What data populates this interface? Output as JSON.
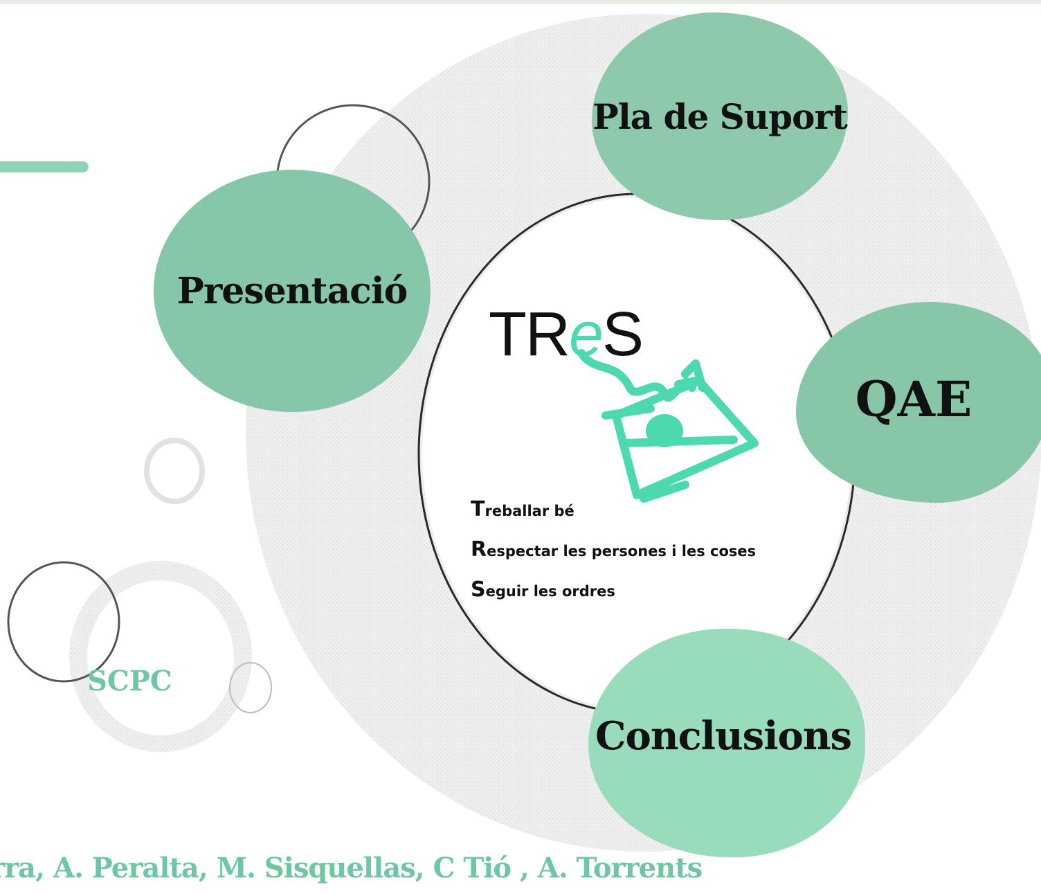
{
  "nav": {
    "presentacio": "Presentació",
    "pla_de_suport": "Pla de Suport",
    "qae": "QAE",
    "conclusions": "Conclusions"
  },
  "logo": {
    "t": "TR",
    "e": "e",
    "s": "S"
  },
  "motto": [
    {
      "initial": "T",
      "rest": "reballar bé"
    },
    {
      "initial": "R",
      "rest": "espectar les persones i les coses"
    },
    {
      "initial": "S",
      "rest": "eguir les ordres"
    }
  ],
  "label_scpc": "SCPC",
  "authors": "rra, A. Peralta,  M. Sisquellas,  C Tió , A. Torrents",
  "colors": {
    "accent": "#8fd3b6",
    "bubble_green": "#87c7a9",
    "text_green": "#6dc7a1",
    "logo_teal": "#4cd9b0"
  }
}
